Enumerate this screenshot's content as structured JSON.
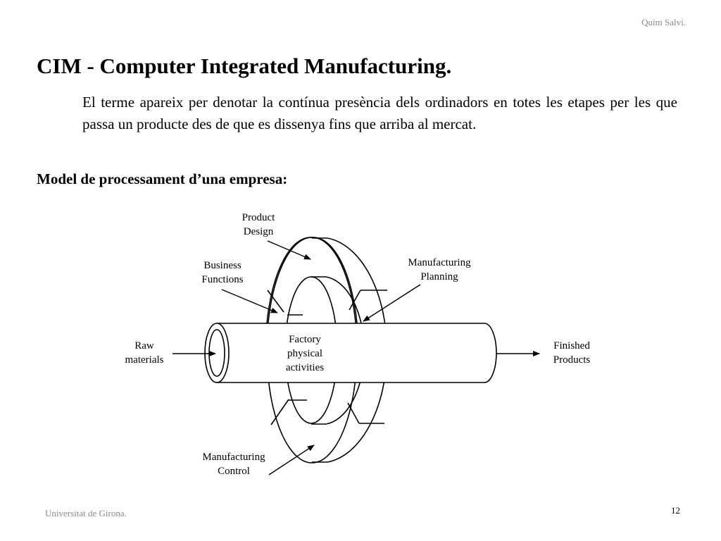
{
  "header": {
    "author": "Quim Salvi."
  },
  "slide": {
    "title": "CIM - Computer Integrated Manufacturing.",
    "paragraph": "El terme apareix per denotar la contínua presència dels ordinadors en totes les etapes per les que passa un producte des de que es dissenya fins que arriba al mercat.",
    "subheading": "Model de processament d’una empresa:"
  },
  "diagram": {
    "product_design": [
      "Product",
      "Design"
    ],
    "business_functions": [
      "Business",
      "Functions"
    ],
    "manufacturing_planning": [
      "Manufacturing",
      "Planning"
    ],
    "raw_materials": [
      "Raw",
      "materials"
    ],
    "factory_activities": [
      "Factory",
      "physical",
      "activities"
    ],
    "finished_products": [
      "Finished",
      "Products"
    ],
    "manufacturing_control": [
      "Manufacturing",
      "Control"
    ]
  },
  "footer": {
    "institution": "Universitat de Girona.",
    "page_number": "12"
  }
}
